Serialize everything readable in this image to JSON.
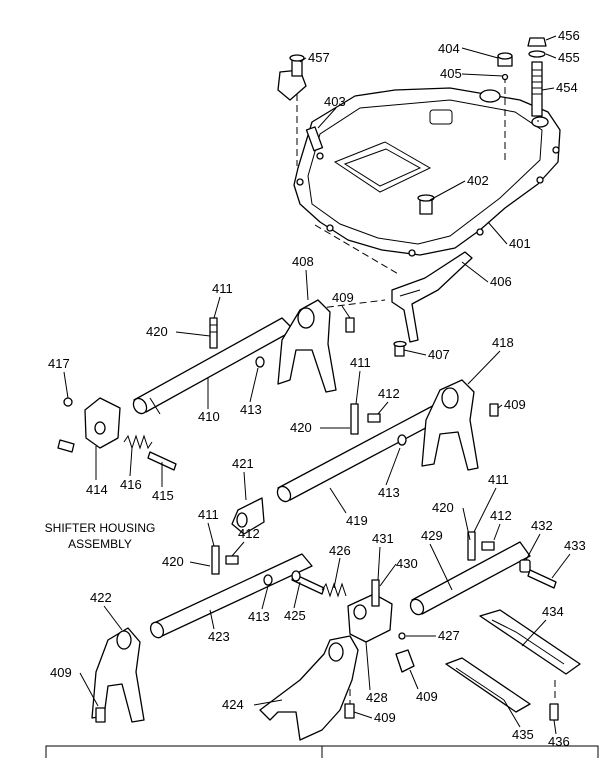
{
  "title": [
    "SHIFTER HOUSING",
    "ASSEMBLY"
  ],
  "callouts": [
    "457",
    "404",
    "405",
    "456",
    "455",
    "454",
    "403",
    "402",
    "401",
    "408",
    "406",
    "411",
    "409",
    "420",
    "407",
    "418",
    "417",
    "410",
    "413",
    "411",
    "412",
    "409",
    "420",
    "421",
    "414",
    "416",
    "415",
    "413",
    "419",
    "411",
    "420",
    "412",
    "426",
    "431",
    "430",
    "429",
    "432",
    "433",
    "420",
    "412",
    "411",
    "413",
    "425",
    "434",
    "422",
    "423",
    "427",
    "409",
    "424",
    "428",
    "409",
    "409",
    "435",
    "436"
  ]
}
